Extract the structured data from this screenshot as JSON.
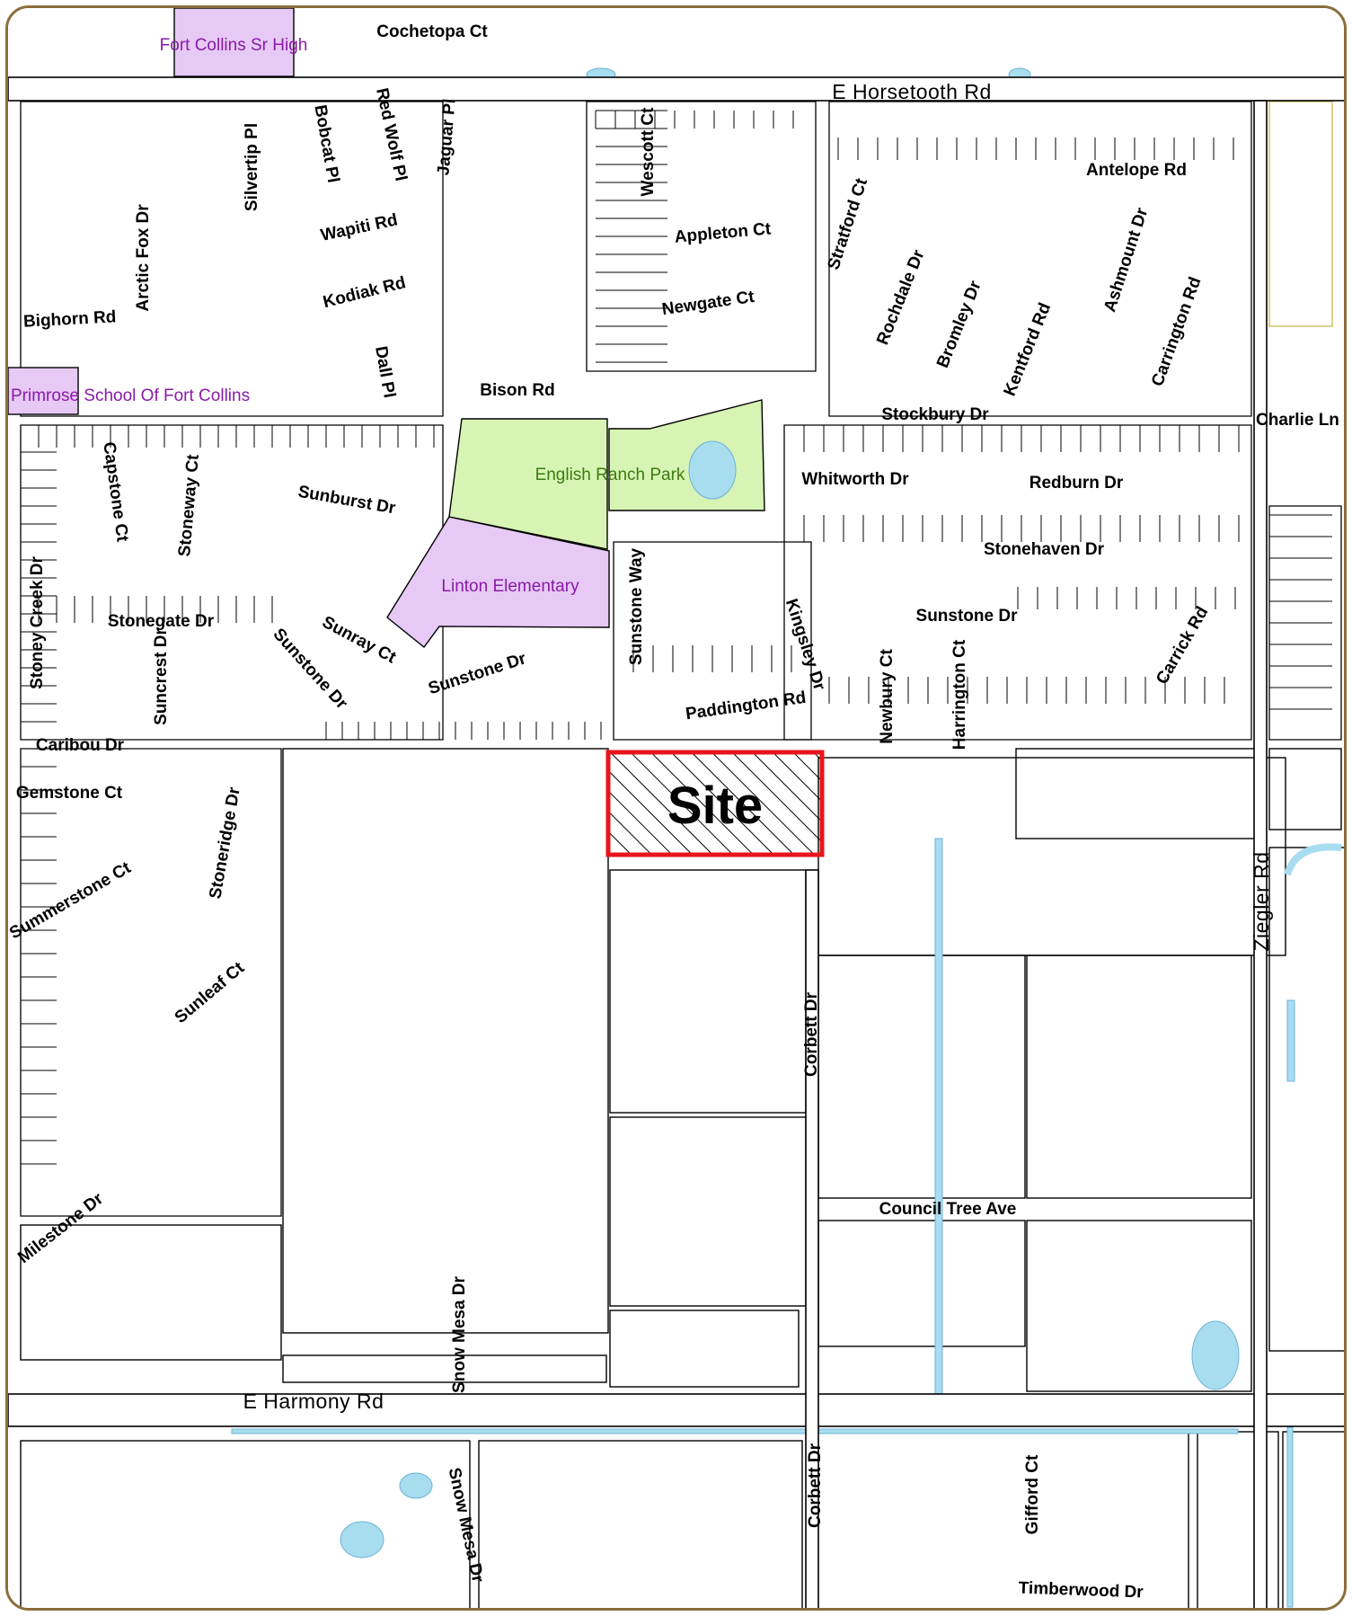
{
  "site": {
    "label": "Site",
    "outline_color": "#e8141b"
  },
  "colors": {
    "school": "#e6c9f5",
    "park": "#d7f4b4",
    "water": "#a8dcef",
    "frame": "#8a6d3b"
  },
  "pois": {
    "fort_collins_sr_high": "Fort Collins Sr High",
    "primrose_school": "Primrose School Of Fort Collins",
    "english_ranch_park": "English Ranch Park",
    "linton_elementary": "Linton Elementary"
  },
  "major_roads": {
    "horsetooth": "E Horsetooth Rd",
    "harmony": "E Harmony Rd",
    "ziegler": "Ziegler Rd"
  },
  "streets": {
    "cochetopa": "Cochetopa Ct",
    "silvertip": "Silvertip Pl",
    "bobcat": "Bobcat Pl",
    "red_wolf": "Red Wolf Pl",
    "jaguar": "Jaguar Pl",
    "wescott": "Wescott Ct",
    "antelope": "Antelope Rd",
    "arctic_fox": "Arctic Fox Dr",
    "wapiti": "Wapiti Rd",
    "appleton": "Appleton Ct",
    "stratford": "Stratford Ct",
    "rochdale": "Rochdale Dr",
    "bromley": "Bromley Dr",
    "kentford": "Kentford Rd",
    "ashmount": "Ashmount Dr",
    "carrington": "Carrington Rd",
    "kodiak": "Kodiak Rd",
    "newgate": "Newgate Ct",
    "bighorn": "Bighorn Rd",
    "dall": "Dall Pl",
    "bison": "Bison Rd",
    "stockbury": "Stockbury Dr",
    "charlie": "Charlie Ln",
    "capstone": "Capstone Ct",
    "stoneway": "Stoneway Ct",
    "sunburst": "Sunburst Dr",
    "whitworth": "Whitworth Dr",
    "redburn": "Redburn Dr",
    "stonehaven": "Stonehaven Dr",
    "sunstone_way": "Sunstone Way",
    "stoney_creek": "Stoney Creek Dr",
    "stonegate": "Stonegate Dr",
    "sunray": "Sunray Ct",
    "suncrest": "Suncrest Dr",
    "sunstone_dr_west": "Sunstone Dr",
    "sunstone_dr_mid": "Sunstone Dr",
    "sunstone_dr_east": "Sunstone Dr",
    "kingsley": "Kingsley Dr",
    "carrick": "Carrick Rd",
    "paddington": "Paddington Rd",
    "newbury": "Newbury Ct",
    "harrington": "Harrington Ct",
    "caribou": "Caribou Dr",
    "gemstone": "Gemstone Ct",
    "stoneridge": "Stoneridge Dr",
    "summerstone": "Summerstone Ct",
    "sunleaf": "Sunleaf Ct",
    "milestone": "Milestone Dr",
    "corbett_north": "Corbett Dr",
    "council_tree": "Council Tree Ave",
    "snow_mesa_north": "Snow Mesa Dr",
    "corbett_south": "Corbett Dr",
    "gifford": "Gifford Ct",
    "snow_mesa_south": "Snow Mesa Dr",
    "timberwood": "Timberwood Dr"
  }
}
